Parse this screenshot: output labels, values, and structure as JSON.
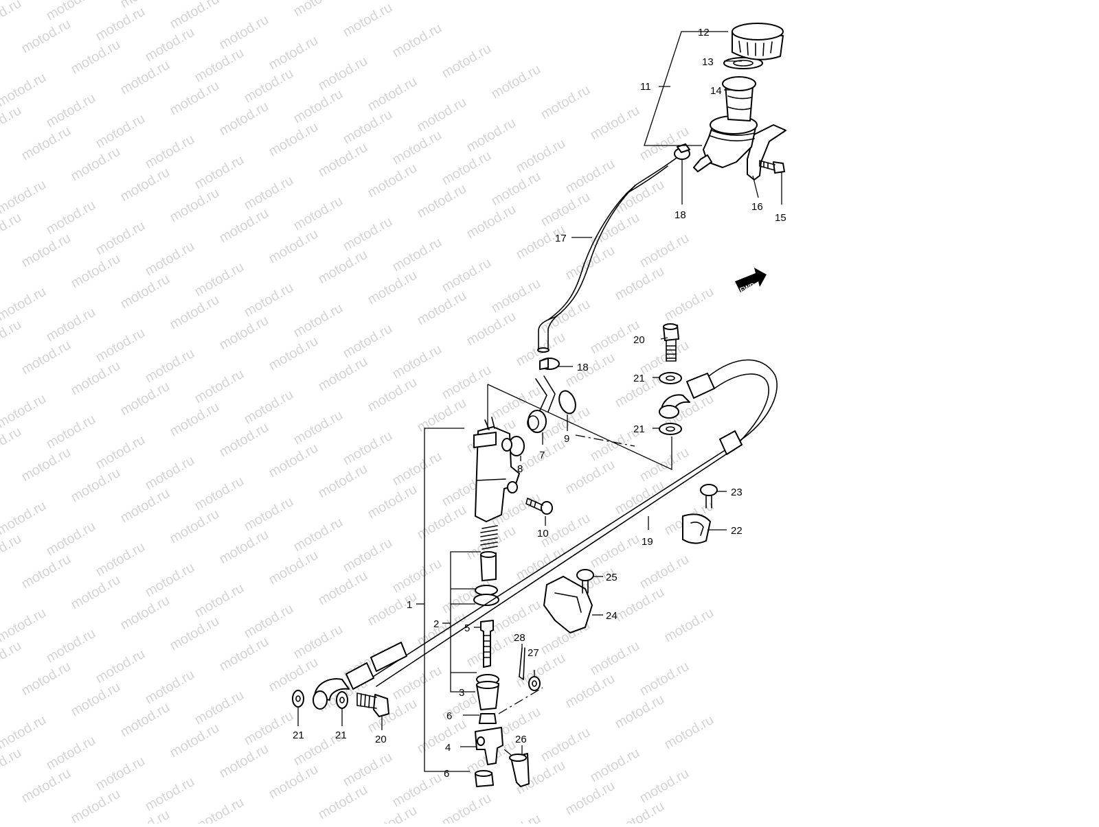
{
  "watermark": "motod.ru",
  "fwd_label": "FWD",
  "callouts": [
    {
      "id": "c12a",
      "text": "12"
    },
    {
      "id": "c13",
      "text": "13"
    },
    {
      "id": "c14",
      "text": "14"
    },
    {
      "id": "c11",
      "text": "11"
    },
    {
      "id": "c18a",
      "text": "18"
    },
    {
      "id": "c16",
      "text": "16"
    },
    {
      "id": "c15",
      "text": "15"
    },
    {
      "id": "c17",
      "text": "17"
    },
    {
      "id": "c18b",
      "text": "18"
    },
    {
      "id": "c20a",
      "text": "20"
    },
    {
      "id": "c21a",
      "text": "21"
    },
    {
      "id": "c21b",
      "text": "21"
    },
    {
      "id": "c9",
      "text": "9"
    },
    {
      "id": "c8",
      "text": "8"
    },
    {
      "id": "c7",
      "text": "7"
    },
    {
      "id": "c10",
      "text": "10"
    },
    {
      "id": "c23",
      "text": "23"
    },
    {
      "id": "c22",
      "text": "22"
    },
    {
      "id": "c19",
      "text": "19"
    },
    {
      "id": "c25",
      "text": "25"
    },
    {
      "id": "c24",
      "text": "24"
    },
    {
      "id": "c1",
      "text": "1"
    },
    {
      "id": "c2",
      "text": "2"
    },
    {
      "id": "c5",
      "text": "5"
    },
    {
      "id": "c28",
      "text": "28"
    },
    {
      "id": "c27",
      "text": "27"
    },
    {
      "id": "c3",
      "text": "3"
    },
    {
      "id": "c6a",
      "text": "6"
    },
    {
      "id": "c4",
      "text": "4"
    },
    {
      "id": "c26",
      "text": "26"
    },
    {
      "id": "c6b",
      "text": "6"
    },
    {
      "id": "c21c",
      "text": "21"
    },
    {
      "id": "c21d",
      "text": "21"
    },
    {
      "id": "c20b",
      "text": "20"
    }
  ]
}
